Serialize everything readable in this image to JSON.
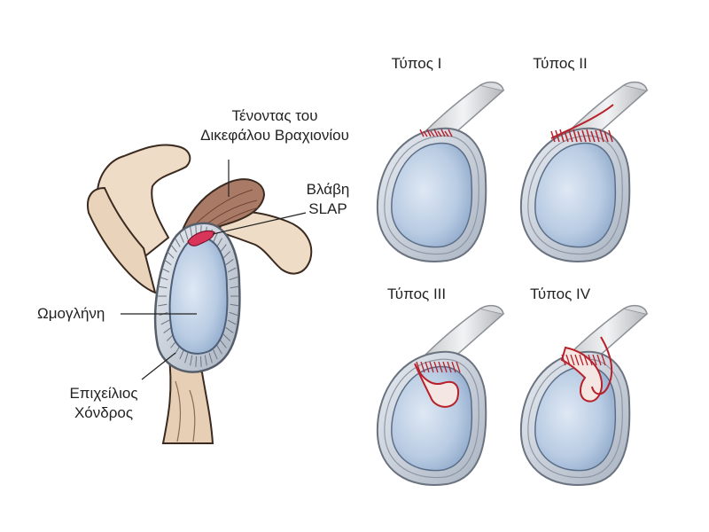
{
  "labels": {
    "biceps_tendon": [
      "Τένοντας του",
      "Δικεφάλου Βραχιονίου"
    ],
    "slap_lesion": [
      "Βλάβη",
      "SLAP"
    ],
    "glenoid": "Ωμογλήνη",
    "labrum": [
      "Επιχείλιος",
      "Χόνδρος"
    ]
  },
  "types": [
    {
      "label": "Τύπος I"
    },
    {
      "label": "Τύπος II"
    },
    {
      "label": "Τύπος III"
    },
    {
      "label": "Τύπος IV"
    }
  ],
  "colors": {
    "bone": "#efdcc6",
    "bone_outline": "#3a2a20",
    "labrum": "#b9c2cf",
    "labrum_outline": "#555e6a",
    "glenoid": "#c9d8ea",
    "glenoid_dark": "#9fb6d2",
    "tendon": "#a97a66",
    "lesion": "#d9355b",
    "tear_red": "#b8202a",
    "leader_line": "#222222"
  }
}
